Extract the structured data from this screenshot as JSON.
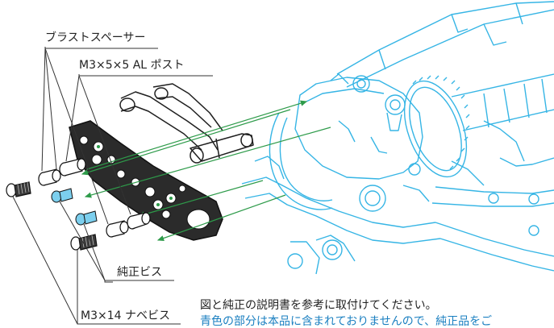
{
  "labels": {
    "spacer": "ブラストスペーサー",
    "post": "M3×5×5 AL ポスト",
    "genuine_screw": "純正ビス",
    "navi_screw": "M3×14 ナベビス"
  },
  "notes": {
    "line1": "図と純正の説明書を参考に取付けてください。",
    "line2": "青色の部分は本品に含まれておりませんので、純正品をご"
  },
  "colors": {
    "chassis_line": "#36b5e5",
    "arrow": "#2e9b4a",
    "plate": "#1f1f1f",
    "text": "#222222"
  }
}
